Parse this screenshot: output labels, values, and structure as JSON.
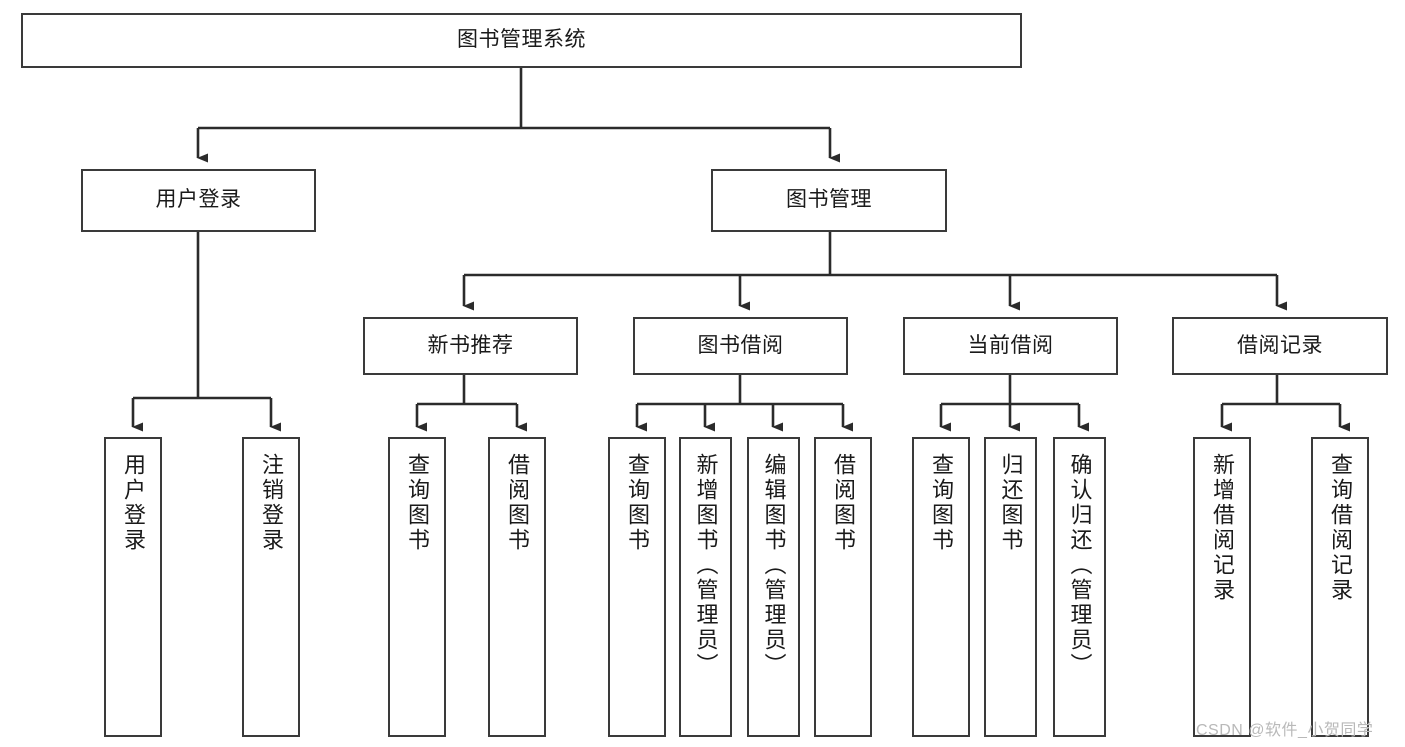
{
  "diagram": {
    "type": "hierarchy-tree",
    "title": "图书管理系统",
    "watermark": "CSDN @软件_小贺同学",
    "colors": {
      "box_border": "#3a3a3a",
      "box_fill": "#ffffff",
      "connector": "#2b2b2b",
      "text": "#1a1a1a",
      "watermark": "#b9b9b9"
    },
    "levels": {
      "root": {
        "label": "图书管理系统"
      },
      "level2": [
        {
          "label": "用户登录"
        },
        {
          "label": "图书管理"
        }
      ],
      "level3": [
        {
          "label": "新书推荐"
        },
        {
          "label": "图书借阅"
        },
        {
          "label": "当前借阅"
        },
        {
          "label": "借阅记录"
        }
      ],
      "leaves": {
        "user_login": [
          {
            "label": "用户登录"
          },
          {
            "label": "注销登录"
          }
        ],
        "new_book_recommend": [
          {
            "label": "查询图书"
          },
          {
            "label": "借阅图书"
          }
        ],
        "book_borrow": [
          {
            "label": "查询图书"
          },
          {
            "label": "新增图书（管理员）"
          },
          {
            "label": "编辑图书（管理员）"
          },
          {
            "label": "借阅图书"
          }
        ],
        "current_borrow": [
          {
            "label": "查询图书"
          },
          {
            "label": "归还图书"
          },
          {
            "label": "确认归还（管理员）"
          }
        ],
        "borrow_record": [
          {
            "label": "新增借阅记录"
          },
          {
            "label": "查询借阅记录"
          }
        ]
      }
    }
  }
}
